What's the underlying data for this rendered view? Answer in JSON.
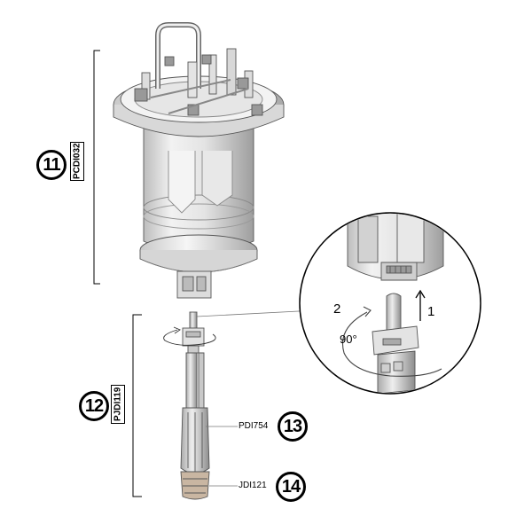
{
  "callouts": {
    "c11": "11",
    "c12": "12",
    "c13": "13",
    "c14": "14"
  },
  "codes": {
    "body_code": "PCDI032",
    "rod_assembly_code": "PJDI119"
  },
  "parts": {
    "rod_part": "PDI754",
    "bottom_part": "JDI121"
  },
  "detail": {
    "step1": "1",
    "step2": "2",
    "angle": "90°"
  }
}
